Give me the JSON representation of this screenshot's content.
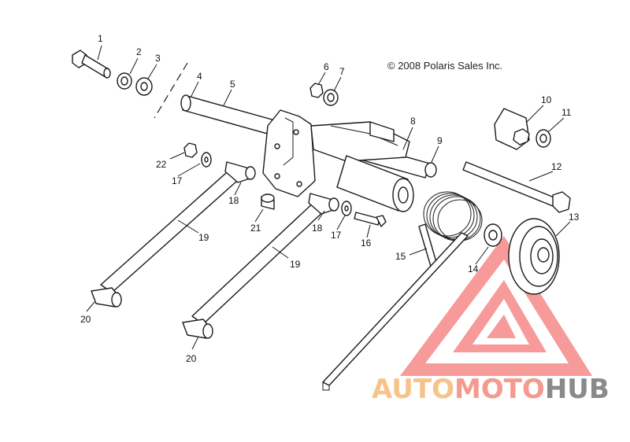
{
  "copyright": "© 2008 Polaris Sales Inc.",
  "callouts": [
    "1",
    "2",
    "3",
    "4",
    "5",
    "6",
    "7",
    "8",
    "9",
    "10",
    "11",
    "12",
    "13",
    "14",
    "15",
    "16",
    "17",
    "17",
    "18",
    "18",
    "19",
    "19",
    "20",
    "20",
    "21",
    "22"
  ],
  "watermark": {
    "part1": "AUTO",
    "part2": "MOTO",
    "part3": "HUB",
    "colors": {
      "auto": "#f7c38a",
      "moto": "#f59a8f",
      "hub": "#8a8a8a",
      "logo": "#f47a78"
    }
  }
}
